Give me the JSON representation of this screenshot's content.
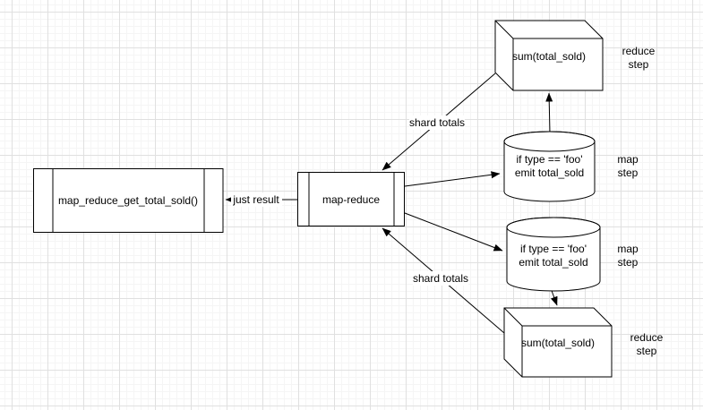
{
  "diagram": {
    "nodes": {
      "client_function": {
        "type": "process",
        "label": "map_reduce_get_total_sold()"
      },
      "map_reduce": {
        "type": "process",
        "label": "map-reduce"
      },
      "map_db_top": {
        "type": "database",
        "label_line1": "if type == 'foo'",
        "label_line2": "emit total_sold"
      },
      "map_db_bottom": {
        "type": "database",
        "label_line1": "if type == 'foo'",
        "label_line2": "emit total_sold"
      },
      "reduce_cube_top": {
        "type": "cube",
        "label": "sum(total_sold)"
      },
      "reduce_cube_bottom": {
        "type": "cube",
        "label": "sum(total_sold)"
      }
    },
    "edge_labels": {
      "just_result": "just result",
      "shard_totals_top": "shard totals",
      "shard_totals_bottom": "shard totals"
    },
    "annotations": {
      "reduce_step_top": {
        "line1": "reduce",
        "line2": "step"
      },
      "map_step_top": {
        "line1": "map",
        "line2": "step"
      },
      "map_step_bottom": {
        "line1": "map",
        "line2": "step"
      },
      "reduce_step_bottom": {
        "line1": "reduce",
        "line2": "step"
      }
    },
    "colors": {
      "stroke": "#000000",
      "shape_fill": "#ffffff",
      "grid_minor": "#f5f5f5",
      "grid_major": "#e0e0e0",
      "background": "#ffffff"
    }
  }
}
